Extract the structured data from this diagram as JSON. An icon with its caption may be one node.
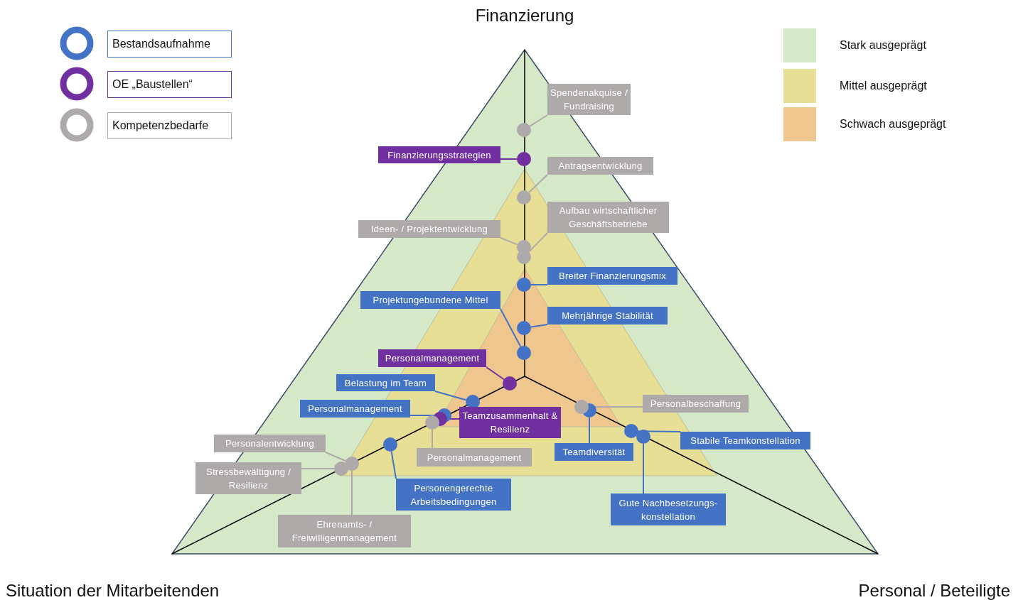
{
  "diagram": {
    "nodes": [
      {
        "text": [
          "Spendenakquise / Fundraising"
        ]
      },
      {
        "text": [
          "Finanzierungsstrategien"
        ]
      },
      {
        "text": [
          "Antragsentwicklung"
        ]
      },
      {
        "text": [
          "Aufbau wirtschaftlicher Geschäftsbetriebe"
        ]
      },
      {
        "text": [
          "Ideen- / Projektentwicklung"
        ]
      },
      {
        "text": [
          "Breiter Finanzierungsmix"
        ]
      },
      {
        "text": [
          "Projektungebundene Mittel"
        ]
      },
      {
        "text": [
          "Mehrjährige Stabilität"
        ]
      },
      {
        "text": [
          "Personalmanagement"
        ]
      },
      {
        "text": [
          "Belastung im Team"
        ]
      },
      {
        "text": [
          "Personalbeschaffung"
        ]
      },
      {
        "text": [
          "Personalmanagement"
        ]
      },
      {
        "text": [
          "Teamzusammenhalt & Resilienz"
        ]
      },
      {
        "text": [
          "Stabile Teamkonstellation"
        ]
      },
      {
        "text": [
          "Personalentwicklung"
        ]
      },
      {
        "text": [
          "Teamdiversität"
        ]
      },
      {
        "text": [
          "Personalmanagement"
        ]
      },
      {
        "text": [
          "Stressbewältigung / Resilienz"
        ]
      },
      {
        "text": [
          "Personengerechte Arbeitsbedingungen"
        ]
      },
      {
        "text": [
          "Gute Nachbesetzungs- konstellation"
        ]
      },
      {
        "text": [
          "Ehrenamts- / Freiwilligenmanagement"
        ]
      },
      {
        "text": [],
        "shape": "circle"
      },
      {
        "text": [],
        "shape": "circle"
      },
      {
        "text": [],
        "shape": "circle"
      },
      {
        "text": [],
        "shape": "circle"
      },
      {
        "text": [],
        "shape": "circle"
      },
      {
        "text": [],
        "shape": "circle"
      },
      {
        "text": [],
        "shape": "circle"
      },
      {
        "text": [],
        "shape": "circle"
      },
      {
        "text": [],
        "shape": "circle"
      },
      {
        "text": [],
        "shape": "circle"
      },
      {
        "text": [],
        "shape": "circle"
      },
      {
        "text": [],
        "shape": "circle"
      },
      {
        "text": [],
        "shape": "circle"
      },
      {
        "text": [],
        "shape": "circle"
      },
      {
        "text": [],
        "shape": "circle"
      },
      {
        "text": [],
        "shape": "circle"
      },
      {
        "text": [],
        "shape": "circle"
      },
      {
        "text": [],
        "shape": "circle"
      },
      {
        "text": [],
        "shape": "circle"
      },
      {
        "text": [],
        "shape": "circle"
      }
    ],
    "edges": [
      {
        "from": 0,
        "to": 21,
        "arrow": "none",
        "color": "#aeaaaa"
      },
      {
        "from": 1,
        "to": 22,
        "arrow": "none",
        "color": "#7030a0"
      },
      {
        "from": 2,
        "to": 23,
        "arrow": "none",
        "color": "#aeaaaa"
      },
      {
        "from": 4,
        "to": 24,
        "arrow": "none",
        "color": "#aeaaaa"
      },
      {
        "from": 3,
        "to": 25,
        "arrow": "none",
        "color": "#aeaaaa"
      },
      {
        "from": 5,
        "to": 26,
        "arrow": "none",
        "color": "#4472c4"
      },
      {
        "from": 7,
        "to": 27,
        "arrow": "none",
        "color": "#4472c4"
      },
      {
        "from": 6,
        "to": 28,
        "arrow": "none",
        "color": "#4472c4"
      },
      {
        "from": 8,
        "to": 29,
        "arrow": "none",
        "color": "#7030a0"
      },
      {
        "from": 9,
        "to": 30,
        "arrow": "none",
        "color": "#4472c4"
      },
      {
        "from": 15,
        "to": 31,
        "arrow": "none",
        "color": "#4472c4"
      },
      {
        "from": 10,
        "to": 32,
        "arrow": "none",
        "color": "#aeaaaa"
      },
      {
        "from": 11,
        "to": 33,
        "arrow": "none",
        "color": "#4472c4"
      },
      {
        "from": 12,
        "to": 34,
        "arrow": "none",
        "color": "#7030a0"
      },
      {
        "from": 16,
        "to": 35,
        "arrow": "none",
        "color": "#aeaaaa"
      },
      {
        "from": 13,
        "to": 36,
        "arrow": "none",
        "color": "#4472c4"
      },
      {
        "from": 19,
        "to": 37,
        "arrow": "none",
        "color": "#4472c4"
      },
      {
        "from": 18,
        "to": 38,
        "arrow": "none",
        "color": "#4472c4"
      },
      {
        "from": 14,
        "to": 39,
        "arrow": "none",
        "color": "#aeaaaa"
      },
      {
        "from": 20,
        "to": 39,
        "arrow": "none",
        "color": "#aeaaaa"
      },
      {
        "from": 17,
        "to": 40,
        "arrow": "none",
        "color": "#aeaaaa"
      }
    ],
    "labels": [
      "Finanzierung",
      "Situation der Mitarbeitenden",
      "Personal / Beteiligte"
    ],
    "legend": [
      {
        "text": "Bestandsaufnahme",
        "color": "#4472c4"
      },
      {
        "text": "OE „Baustellen“",
        "color": "#7030a0"
      },
      {
        "text": "Kompetenzbedarfe",
        "color": "#aeaaaa"
      },
      {
        "text": "Stark ausgeprägt",
        "color": "#d5e8c8"
      },
      {
        "text": "Mittel ausgeprägt",
        "color": "#e8df96"
      },
      {
        "text": "Schwach ausgeprägt",
        "color": "#efc68e"
      }
    ]
  }
}
